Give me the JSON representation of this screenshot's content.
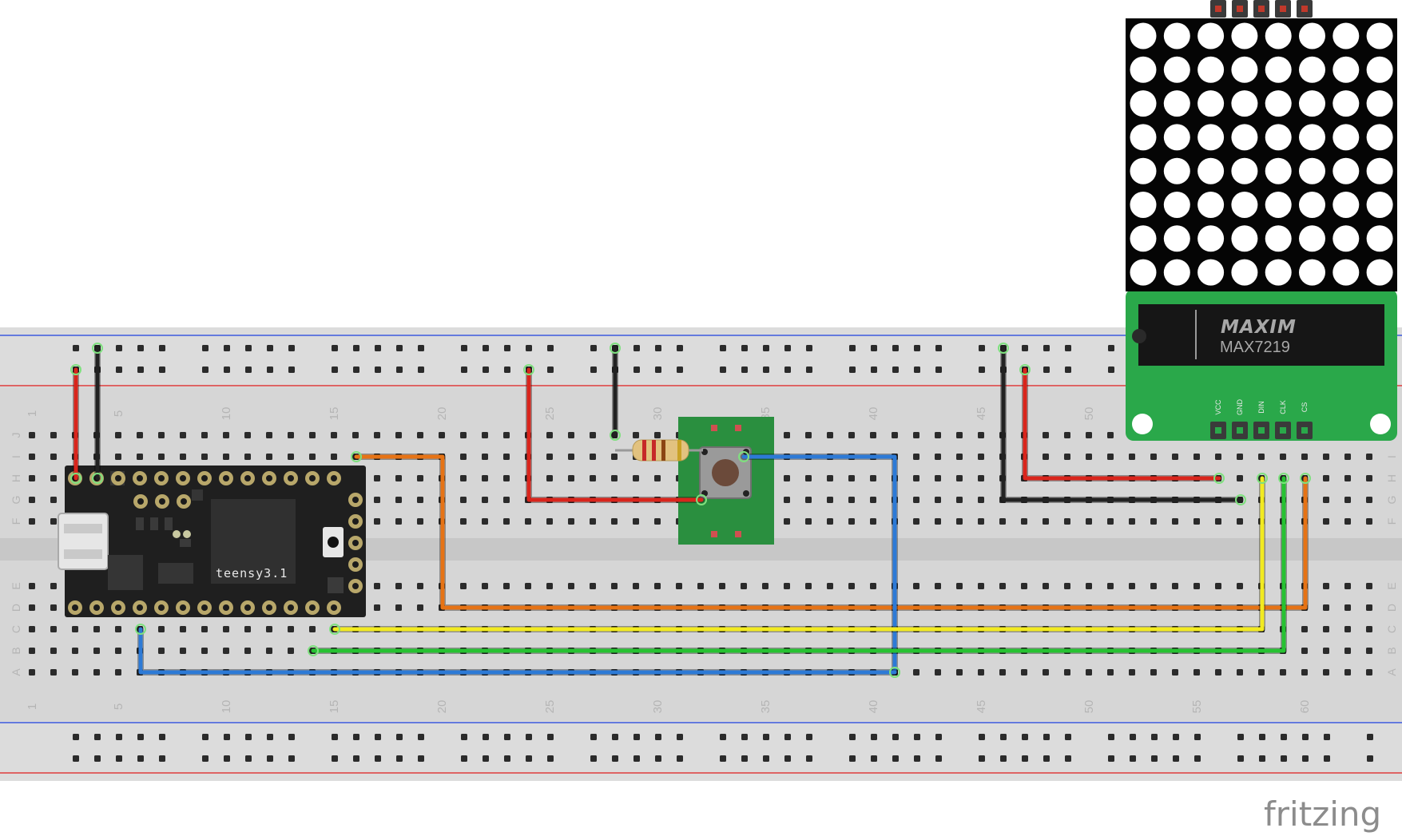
{
  "breadboard": {
    "column_numbers": [
      "1",
      "5",
      "10",
      "15",
      "20",
      "25",
      "30",
      "35",
      "40",
      "45",
      "50",
      "55",
      "60"
    ],
    "row_letters": [
      "J",
      "I",
      "H",
      "G",
      "F",
      "E",
      "D",
      "C",
      "B",
      "A"
    ]
  },
  "teensy": {
    "label": "teensy3.1"
  },
  "max7219": {
    "logo": "MAXIM",
    "chip": "MAX7219",
    "pins": [
      "VCC",
      "GND",
      "DIN",
      "CLK",
      "CS"
    ]
  },
  "brand": "fritzing",
  "colors": {
    "red_wire": "#d9251c",
    "black_wire": "#222222",
    "orange_wire": "#e67315",
    "yellow_wire": "#f2ea20",
    "green_wire": "#27c232",
    "blue_wire": "#2d7ad6",
    "pcb_green": "#2aa84a",
    "rail_blue": "#1d3fe0",
    "rail_red": "#e01d1d"
  }
}
